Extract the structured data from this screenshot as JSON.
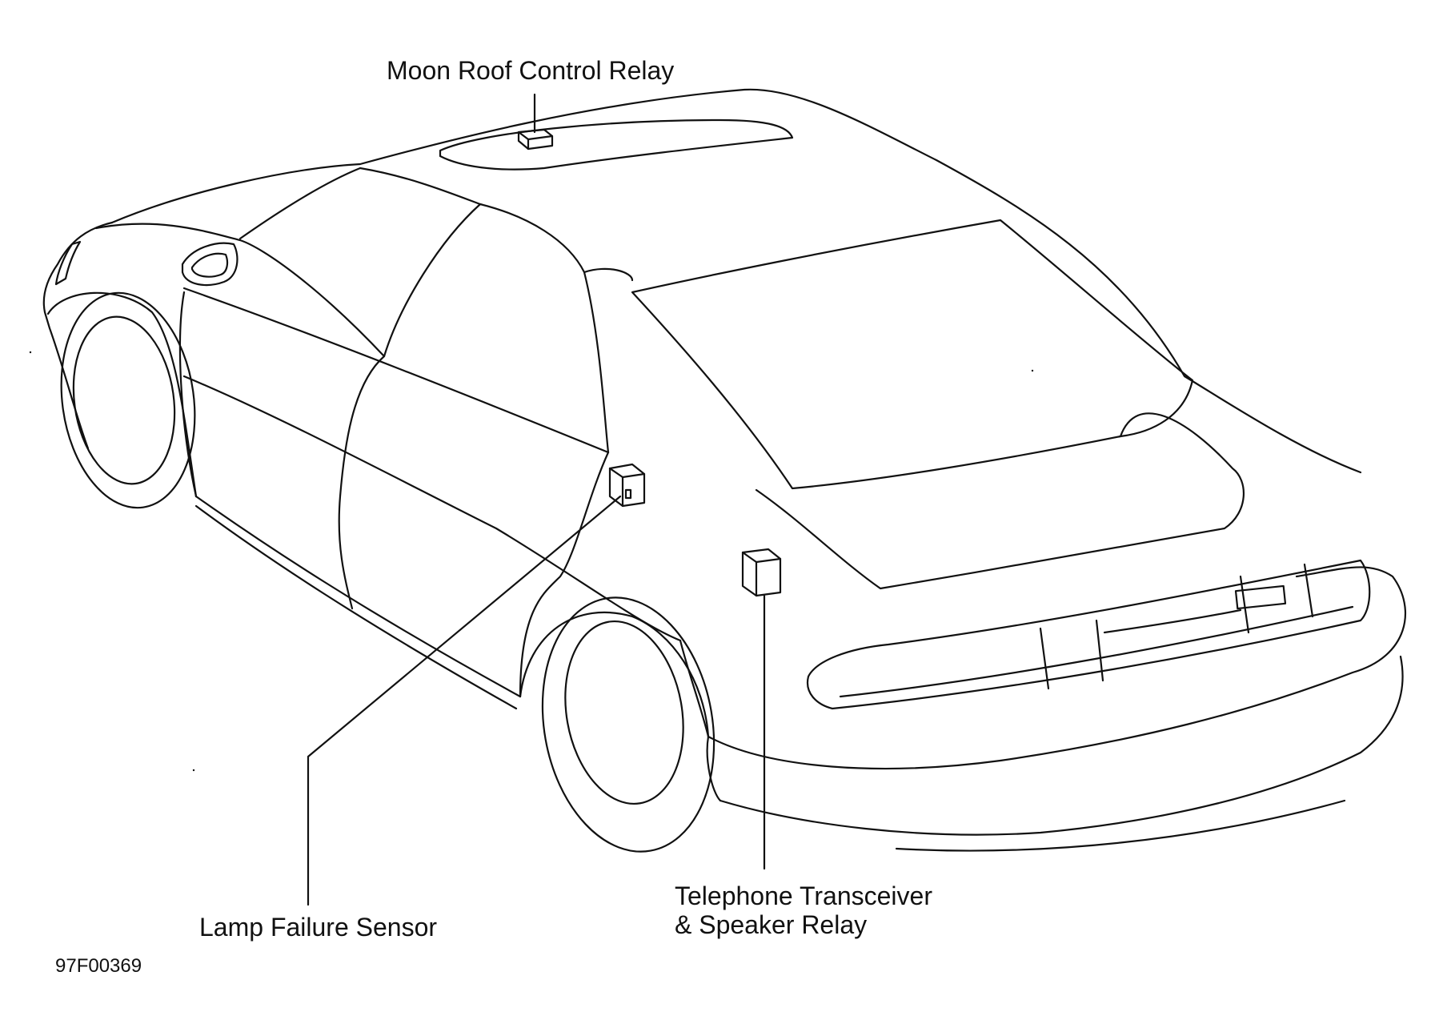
{
  "labels": {
    "moon_roof_control_relay": "Moon Roof Control Relay",
    "lamp_failure_sensor": "Lamp Failure Sensor",
    "telephone_transceiver_line1": "Telephone Transceiver",
    "telephone_transceiver_line2": "& Speaker Relay"
  },
  "figure_id": "97F00369",
  "colors": {
    "ink": "#111111",
    "paper": "#ffffff"
  }
}
